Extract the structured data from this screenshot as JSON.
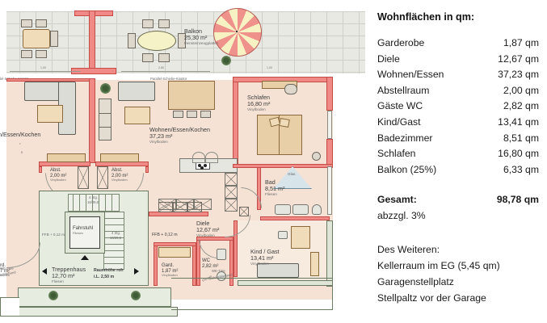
{
  "panel": {
    "title": "Wohnflächen in qm:",
    "rooms": [
      {
        "label": "Garderobe",
        "value": "1,87 qm"
      },
      {
        "label": "Diele",
        "value": "12,67 qm"
      },
      {
        "label": "Wohnen/Essen",
        "value": "37,23 qm"
      },
      {
        "label": "Abstellraum",
        "value": "2,00 qm"
      },
      {
        "label": "Gäste WC",
        "value": "2,82 qm"
      },
      {
        "label": "Kind/Gast",
        "value": "13,41 qm"
      },
      {
        "label": "Badezimmer",
        "value": "8,51 qm"
      },
      {
        "label": "Schlafen",
        "value": "16,80 qm"
      },
      {
        "label": "Balkon (25%)",
        "value": "6,33 qm"
      }
    ],
    "total_label": "Gesamt:",
    "total_value": "98,78 qm",
    "deduction": "abzzgl. 3%",
    "further_title": "Des Weiteren:",
    "further": [
      "Kellerraum im EG (5,45 qm)",
      "Garagenstellplatz",
      "Stellpaltz vor der Garage"
    ]
  },
  "plan": {
    "balkon": {
      "name": "Balkon",
      "area": "25,30 m²",
      "floor": "Feinsteinzeugplatten"
    },
    "wohnen": {
      "name": "Wohnen/Essen/Kochen",
      "area": "37,23 m²",
      "floor": "Vinylboden"
    },
    "wohnen_l": {
      "name": "n/Essen/Kochen",
      "area": "",
      "floor": ""
    },
    "schlafen": {
      "name": "Schlafen",
      "area": "16,80 m²",
      "floor": "Vinylboden"
    },
    "bad": {
      "name": "Bad",
      "area": "8,51 m²",
      "floor": "Fliesen"
    },
    "diele": {
      "name": "Diele",
      "area": "12,67 m²",
      "floor": "Vinylboden"
    },
    "wc": {
      "name": "WC",
      "area": "2,82 m²",
      "floor": "Fliesen"
    },
    "gard": {
      "name": "Gard.",
      "area": "1,87 m²",
      "floor": "Vinylboden"
    },
    "kind": {
      "name": "Kind / Gast",
      "area": "13,41 m²",
      "floor": "Vinylboden"
    },
    "abst_l": {
      "name": "Abst.",
      "area": "2,00 m²",
      "floor": "Vinylboden"
    },
    "abst_r": {
      "name": "Abst.",
      "area": "2,00 m²",
      "floor": "Vinylboden"
    },
    "gard_l": {
      "name": "rd.",
      "area": "7 m²",
      "floor": "lboden"
    },
    "treppenhaus": {
      "name": "Treppenhaus",
      "area": "12,70 m²",
      "floor": "Fliesen"
    },
    "fahrstuhl": {
      "name": "Fahrstuhl",
      "floor": "Fliesen"
    },
    "glas": "Glas",
    "notes": {
      "raumhoehe": "Raumhöhe roh",
      "raumhoehe2": "i.L. 2,50 m",
      "ffb_stair": "FFB + 0,12 m",
      "ffb_right": "FFB + 0,12 m",
      "we_tuer_l1": "WE-Türe",
      "we_tuer_l2": "Dichtschließend",
      "we_tuer_r1": "WE-Türe",
      "we_tuer_r2": "Dichtschließend",
      "schiebe": "Parallel-Schiebe-Kipptür",
      "schiebe_l": "lel-Schiebe-Kipptür",
      "stair_steps": "4 Stg.",
      "stair_steps2": "16/29,6",
      "stair_steps_r": "4 Stg.",
      "stair_steps_r2": "16/29,6"
    }
  }
}
